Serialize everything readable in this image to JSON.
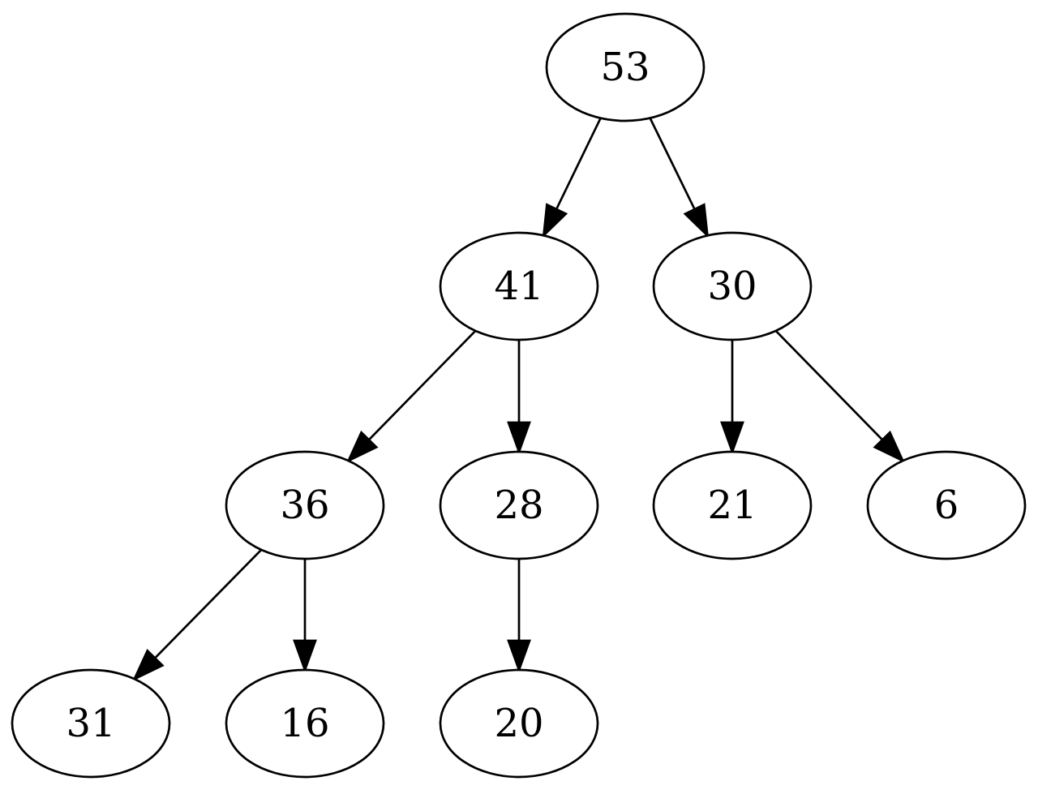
{
  "tree": {
    "nodes": [
      {
        "id": "n53",
        "label": "53"
      },
      {
        "id": "n41",
        "label": "41"
      },
      {
        "id": "n30",
        "label": "30"
      },
      {
        "id": "n36",
        "label": "36"
      },
      {
        "id": "n28",
        "label": "28"
      },
      {
        "id": "n21",
        "label": "21"
      },
      {
        "id": "n6",
        "label": "6"
      },
      {
        "id": "n31",
        "label": "31"
      },
      {
        "id": "n16",
        "label": "16"
      },
      {
        "id": "n20",
        "label": "20"
      }
    ],
    "edges": [
      {
        "from": "n53",
        "to": "n41"
      },
      {
        "from": "n53",
        "to": "n30"
      },
      {
        "from": "n41",
        "to": "n36"
      },
      {
        "from": "n41",
        "to": "n28"
      },
      {
        "from": "n30",
        "to": "n21"
      },
      {
        "from": "n30",
        "to": "n6"
      },
      {
        "from": "n36",
        "to": "n31"
      },
      {
        "from": "n36",
        "to": "n16"
      },
      {
        "from": "n28",
        "to": "n20"
      }
    ]
  }
}
